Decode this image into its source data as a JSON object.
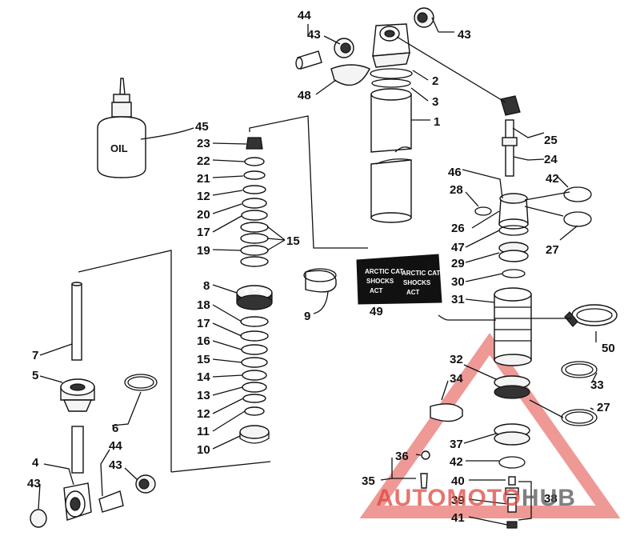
{
  "oil_label": "OIL",
  "decal_text": [
    "ARCTIC CAT",
    "SHOCKS",
    "ACT"
  ],
  "watermark": {
    "part1": "AUTO",
    "part2": "MOTO",
    "part3": "HUB",
    "color_red": "#e0463f",
    "color_grey": "#555555"
  },
  "labels": {
    "l1": "1",
    "l2": "2",
    "l3": "3",
    "l4": "4",
    "l5": "5",
    "l6": "6",
    "l7": "7",
    "l8": "8",
    "l9": "9",
    "l10": "10",
    "l11": "11",
    "l12a": "12",
    "l12b": "12",
    "l13": "13",
    "l14": "14",
    "l15a": "15",
    "l15b": "15",
    "l16": "16",
    "l17a": "17",
    "l17b": "17",
    "l18": "18",
    "l19": "19",
    "l20": "20",
    "l21": "21",
    "l22": "22",
    "l23": "23",
    "l24": "24",
    "l25": "25",
    "l26": "26",
    "l27a": "27",
    "l27b": "27",
    "l28": "28",
    "l29": "29",
    "l30": "30",
    "l31": "31",
    "l32": "32",
    "l33": "33",
    "l34": "34",
    "l35": "35",
    "l36": "36",
    "l37": "37",
    "l38": "38",
    "l39": "39",
    "l40": "40",
    "l41": "41",
    "l42a": "42",
    "l42b": "42",
    "l43a": "43",
    "l43b": "43",
    "l43c": "43",
    "l43d": "43",
    "l44a": "44",
    "l44b": "44",
    "l45": "45",
    "l46": "46",
    "l47": "47",
    "l48": "48",
    "l49": "49",
    "l50": "50"
  }
}
